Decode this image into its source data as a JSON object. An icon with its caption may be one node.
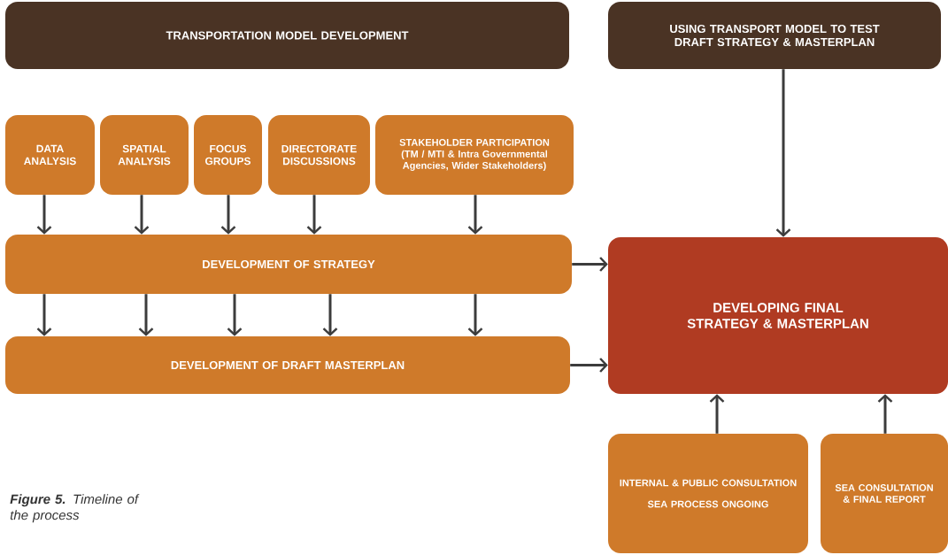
{
  "diagram": {
    "caption": "**Figure 5.** Timeline of the process",
    "nodes": [
      {
        "text": [
          "TRANSPORTATION MODEL DEVELOPMENT"
        ]
      },
      {
        "text": [
          "USING TRANSPORT MODEL TO TEST DRAFT STRATEGY & MASTERPLAN"
        ]
      },
      {
        "text": [
          "DATA ANALYSIS"
        ]
      },
      {
        "text": [
          "SPATIAL ANALYSIS"
        ]
      },
      {
        "text": [
          "FOCUS GROUPS"
        ]
      },
      {
        "text": [
          "DIRECTORATE DISCUSSIONS"
        ]
      },
      {
        "text": [
          "STAKEHOLDER PARTICIPATION (TM / MTI & Intra Governmental Agencies, Wider Stakeholders)"
        ]
      },
      {
        "text": [
          "DEVELOPMENT OF STRATEGY"
        ]
      },
      {
        "text": [
          "DEVELOPMENT OF DRAFT MASTERPLAN"
        ]
      },
      {
        "text": [
          "DEVELOPING FINAL STRATEGY & MASTERPLAN"
        ]
      },
      {
        "text": [
          "INTERNAL & PUBLIC CONSULTATION",
          "SEA PROCESS ONGOING"
        ]
      },
      {
        "text": [
          "SEA CONSULTATION & FINAL REPORT"
        ]
      }
    ],
    "edges": [
      {
        "from": 2,
        "to": 7,
        "arrow": "to"
      },
      {
        "from": 3,
        "to": 7,
        "arrow": "to"
      },
      {
        "from": 4,
        "to": 7,
        "arrow": "to"
      },
      {
        "from": 5,
        "to": 7,
        "arrow": "to"
      },
      {
        "from": 6,
        "to": 7,
        "arrow": "to"
      },
      {
        "from": 7,
        "to": 8,
        "arrow": "to"
      },
      {
        "from": 7,
        "to": 8,
        "arrow": "to"
      },
      {
        "from": 7,
        "to": 8,
        "arrow": "to"
      },
      {
        "from": 7,
        "to": 8,
        "arrow": "to"
      },
      {
        "from": 7,
        "to": 8,
        "arrow": "to"
      },
      {
        "from": 7,
        "to": 9,
        "arrow": "to"
      },
      {
        "from": 8,
        "to": 9,
        "arrow": "to"
      },
      {
        "from": 1,
        "to": 9,
        "arrow": "to"
      },
      {
        "from": 10,
        "to": 9,
        "arrow": "to"
      },
      {
        "from": 11,
        "to": 9,
        "arrow": "to"
      }
    ]
  }
}
